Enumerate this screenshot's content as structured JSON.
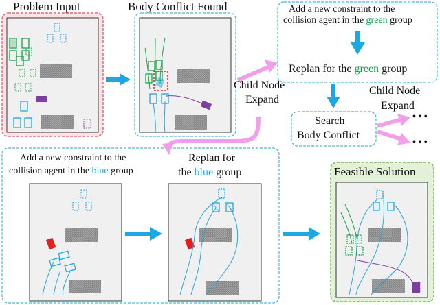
{
  "panels": {
    "problem_input": "Problem Input",
    "body_conflict_found": "Body Conflict Found",
    "feasible_solution": "Feasible Solution"
  },
  "green_branch": {
    "constraint_line1": "Add a new constraint to the",
    "constraint_line2_prefix": "collision agent in the ",
    "constraint_color_word": "green",
    "constraint_line2_suffix": " group",
    "replan_prefix": "Replan for the ",
    "replan_color_word": "green",
    "replan_suffix": " group"
  },
  "blue_branch": {
    "constraint_line1": "Add a new constraint to the",
    "constraint_line2_prefix": "collision agent in the ",
    "constraint_color_word": "blue",
    "constraint_line2_suffix": " group",
    "replan_line1": "Replan for",
    "replan_line2_prefix": "the ",
    "replan_color_word": "blue",
    "replan_line2_suffix": " group"
  },
  "search_box": {
    "line1": "Search",
    "line2": "Body Conflict"
  },
  "child_node_expand_left": {
    "line1": "Child Node",
    "line2": "Expand"
  },
  "child_node_expand_right": {
    "line1": "Child Node",
    "line2": "Expand"
  },
  "ellipsis": "• • •",
  "colors": {
    "green_group": "#1aa34a",
    "blue_group": "#1ea7e0",
    "purple_agent": "#7e3fa0",
    "conflict_red": "#e02020",
    "obstacle_gray": "#8a8a8a",
    "flow_arrow": "#1ea7e0",
    "expand_arrow": "#f0a0e8",
    "problem_panel_fill": "#fde3e6",
    "problem_panel_border": "#e46a7a",
    "solution_panel_fill": "#e3f1d8",
    "solution_panel_border": "#7dbd5a",
    "dashed_border": "#4ab6e0"
  }
}
